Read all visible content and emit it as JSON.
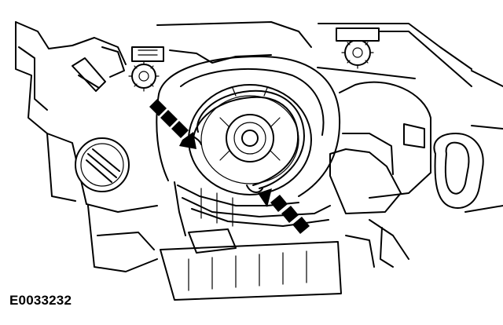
{
  "figure": {
    "id_label": "E0033232",
    "callouts": [
      {
        "direction": "down-right"
      },
      {
        "direction": "up-left"
      }
    ]
  },
  "colors": {
    "ink": "#000000",
    "paper": "#ffffff"
  }
}
